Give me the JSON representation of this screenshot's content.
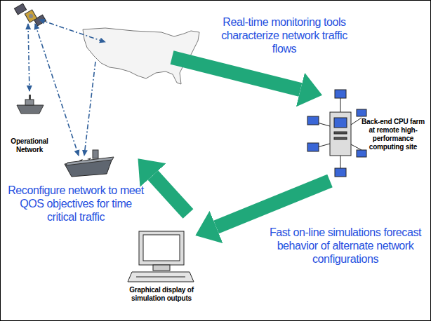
{
  "diagram": {
    "labels": [
      "Real-time monitoring tools characterize network traffic flows",
      "Operational Network",
      "Back-end CPU farm at remote high-performance computing site",
      "Reconfigure network to meet QOS objectives for time critical traffic",
      "Fast on-line simulations forecast behavior of alternate network configurations",
      "Graphical display of simulation outputs"
    ]
  }
}
